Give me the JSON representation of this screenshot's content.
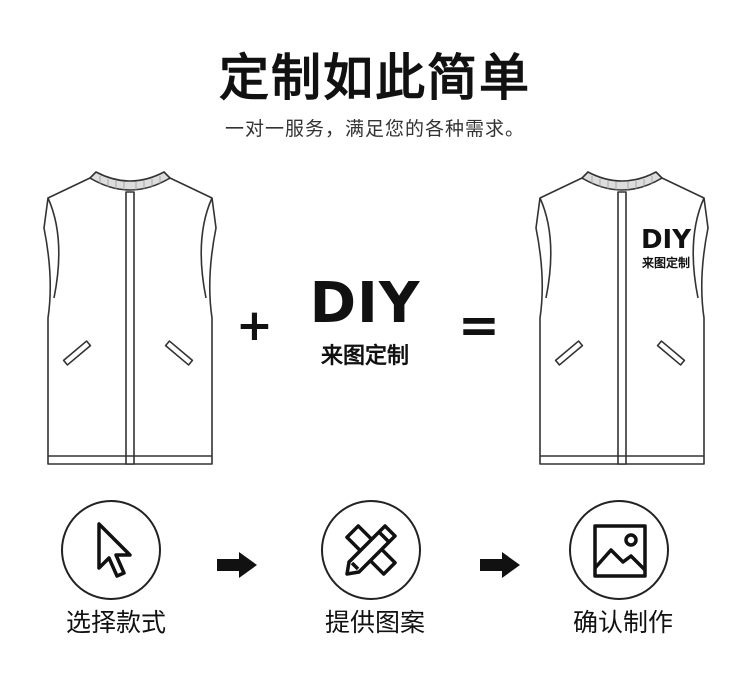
{
  "header": {
    "title": "定制如此简单",
    "subtitle": "一对一服务，满足您的各种需求。"
  },
  "equation": {
    "plus": "+",
    "equals": "=",
    "diy_big": "DIY",
    "diy_sub": "来图定制",
    "vest_print_big": "DIY",
    "vest_print_sub": "来图定制"
  },
  "steps": [
    {
      "label": "选择款式",
      "icon": "cursor-icon"
    },
    {
      "label": "提供图案",
      "icon": "pencil-ruler-icon"
    },
    {
      "label": "确认制作",
      "icon": "image-icon"
    }
  ],
  "colors": {
    "line": "#333333",
    "background": "#ffffff",
    "text": "#111111"
  }
}
